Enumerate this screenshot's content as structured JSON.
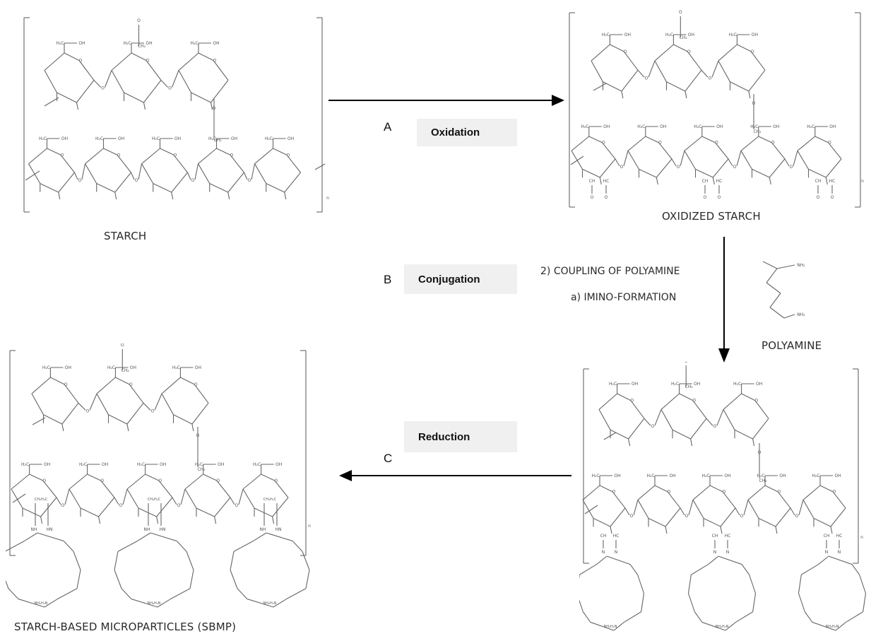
{
  "labels": {
    "starch": "STARCH",
    "oxidized_starch": "OXIDIZED STARCH",
    "polyamine": "POLYAMINE",
    "sbmp": "STARCH-BASED MICROPARTICLES (SBMP)"
  },
  "steps": {
    "a": {
      "letter": "A",
      "name": "Oxidation"
    },
    "b": {
      "letter": "B",
      "name": "Conjugation"
    },
    "c": {
      "letter": "C",
      "name": "Reduction"
    }
  },
  "notes": {
    "coupling": "2) COUPLING OF POLYAMINE",
    "imino": "a) IMINO-FORMATION"
  },
  "atoms": {
    "h2c": "H₂C",
    "oh": "OH",
    "ch2": "CH₂",
    "o": "O",
    "nh2": "NH₂",
    "nh": "NH",
    "hn": "HN",
    "ch": "CH",
    "hc": "HC",
    "n": "N",
    "n_sub": "n",
    "ch2nh": "CH₂H₂C",
    "nh_ring": "NH₂H₂N"
  }
}
